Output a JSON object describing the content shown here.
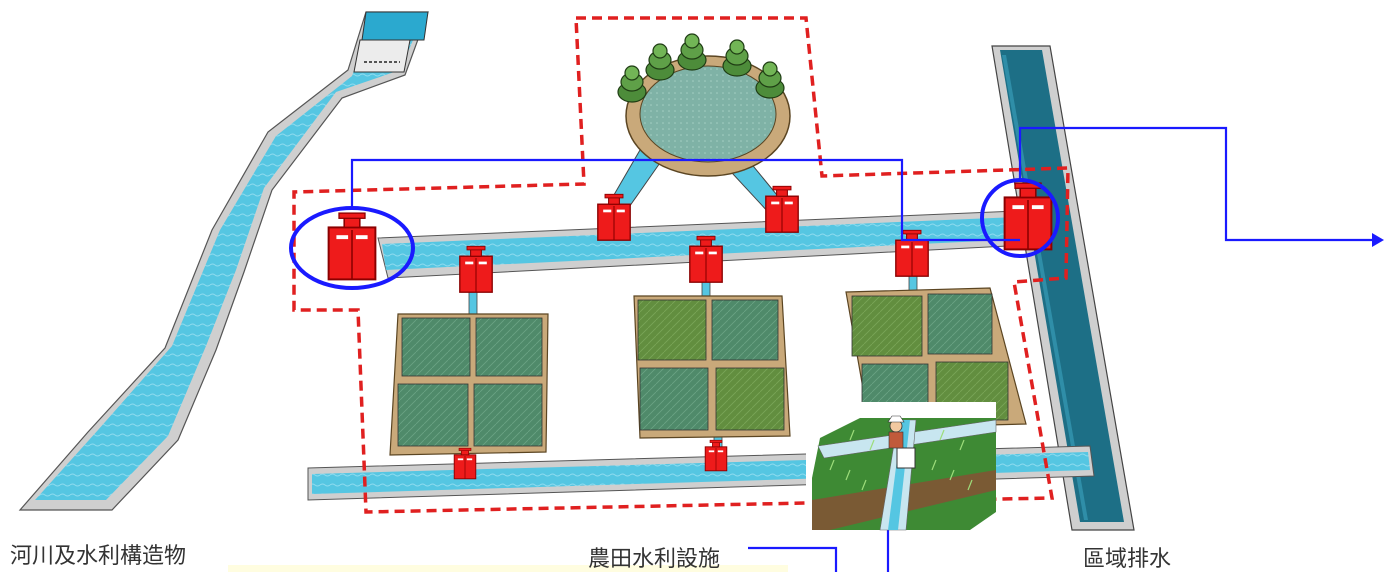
{
  "labels": {
    "river": "河川及水利構造物",
    "farmland": "農田水利設施",
    "drainage": "區域排水"
  },
  "colors": {
    "water": "#4fc3df",
    "water_dark": "#1d6f86",
    "gate": "#ee1b1b",
    "boundary": "#e02020",
    "callout": "#1a1aff",
    "paddy": "#4a8a66",
    "paddy_alt": "#5f8c3c",
    "pond_rim": "#c9a97a",
    "concrete": "#d7d7d7"
  },
  "icons": [
    "water-gate-icon",
    "tree-icon",
    "farmer-icon",
    "arrow-right-icon"
  ]
}
